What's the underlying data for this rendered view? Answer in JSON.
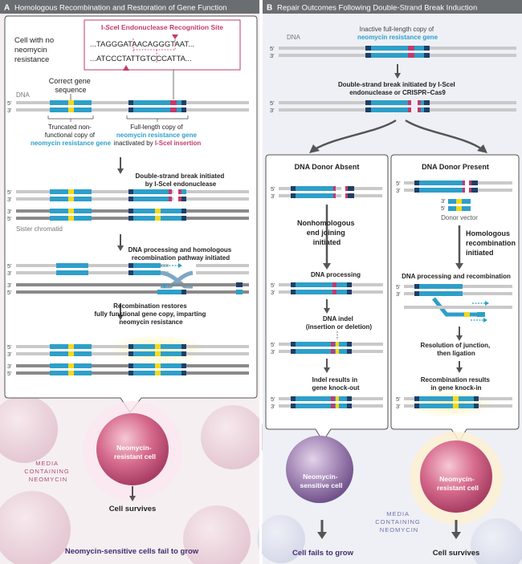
{
  "panel_a": {
    "letter": "A",
    "title": "Homologous Recombination and Restoration of Gene Function",
    "site_title_pre": "I-",
    "site_title_italic": "Sce",
    "site_title_post": "I Endonuclease Recognition Site",
    "seq_top": "...TAGGGATAACAGGGTAAT...",
    "seq_bottom": "...ATCCCTATTGTCCCATTA...",
    "cell_label": [
      "Cell with no",
      "neomycin",
      "resistance"
    ],
    "correct_gene": [
      "Correct gene",
      "sequence"
    ],
    "dna": "DNA",
    "five": "5'",
    "three": "3'",
    "truncated": [
      "Truncated non-",
      "functional copy of"
    ],
    "truncated_gene": "neomycin resistance gene",
    "fulllength": "Full-length copy of",
    "fulllength_gene": "neomycin resistance gene",
    "inactivated_pre": "inactivated by",
    "inactivated_insertion": "I-SceI insertion",
    "step1": [
      "Double-strand break initiated",
      "by I-SceI endonuclease"
    ],
    "sister": "Sister chromatid",
    "step2": [
      "DNA processing and homologous",
      "recombination pathway initiated"
    ],
    "step3": [
      "Recombination restores",
      "fully functional gene copy, imparting",
      "neomycin resistance"
    ],
    "cell": [
      "Neomycin-",
      "resistant cell"
    ],
    "media": [
      "MEDIA",
      "CONTAINING",
      "NEOMYCIN"
    ],
    "survives": "Cell survives",
    "fail": "Neomycin-sensitive cells fail to grow"
  },
  "panel_b": {
    "letter": "B",
    "title": "Repair Outcomes Following Double-Strand Break Induction",
    "dna": "DNA",
    "inactive": [
      "Inactive full-length copy of",
      "neomycin resistance gene"
    ],
    "dsb": [
      "Double-strand break initiated by I-SceI",
      "endonuclease or CRISPR–Cas9"
    ],
    "absent": {
      "title": "DNA Donor Absent",
      "nhej": [
        "Nonhomologous",
        "end joining",
        "initiated"
      ],
      "processing": "DNA processing",
      "indel": [
        "DNA indel",
        "(insertion or deletion)"
      ],
      "knockout": [
        "Indel results in",
        "gene knock-out"
      ],
      "cell": [
        "Neomycin-",
        "sensitive cell"
      ],
      "fails": "Cell fails to grow"
    },
    "present": {
      "title": "DNA Donor Present",
      "donor": "Donor vector",
      "hr": [
        "Homologous",
        "recombination",
        "initiated"
      ],
      "processing": "DNA processing and recombination",
      "resolution": [
        "Resolution of junction,",
        "then ligation"
      ],
      "knockin": [
        "Recombination results",
        "in gene knock-in"
      ],
      "cell": [
        "Neomycin-",
        "resistant cell"
      ],
      "survives": "Cell survives"
    },
    "media": [
      "MEDIA",
      "CONTAINING",
      "NEOMYCIN"
    ]
  },
  "colors": {
    "gene": "#2e9fc9",
    "gene_dark": "#1e3f66",
    "insert": "#c33a6b",
    "marker": "#f4d91c",
    "dna": "#c9c9c9",
    "header": "#6b6e70",
    "bg_a": "#f5eff2",
    "bg_b": "#eef0f6",
    "cell_pink": "#cf5f85",
    "cell_purple": "#8c6aa3",
    "dark_label": "#432c71"
  }
}
